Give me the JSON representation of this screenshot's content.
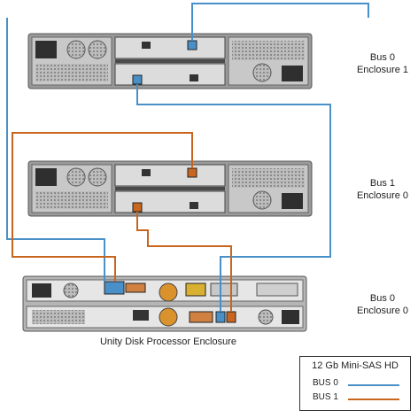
{
  "labels": {
    "enc_top": {
      "line1": "Bus 0",
      "line2": "Enclosure 1"
    },
    "enc_mid": {
      "line1": "Bus 1",
      "line2": "Enclosure 0"
    },
    "enc_bot": {
      "line1": "Bus 0",
      "line2": "Enclosure 0"
    }
  },
  "caption": "Unity Disk Processor Enclosure",
  "legend": {
    "title": "12 Gb Mini-SAS HD",
    "items": [
      {
        "label": "BUS 0",
        "color": "#4a90c8"
      },
      {
        "label": "BUS 1",
        "color": "#c8651e"
      }
    ]
  },
  "colors": {
    "bus0": "#4a90c8",
    "bus1": "#c8651e",
    "chassis": "#8a8a8a",
    "chassis_dark": "#4a4a4a"
  }
}
